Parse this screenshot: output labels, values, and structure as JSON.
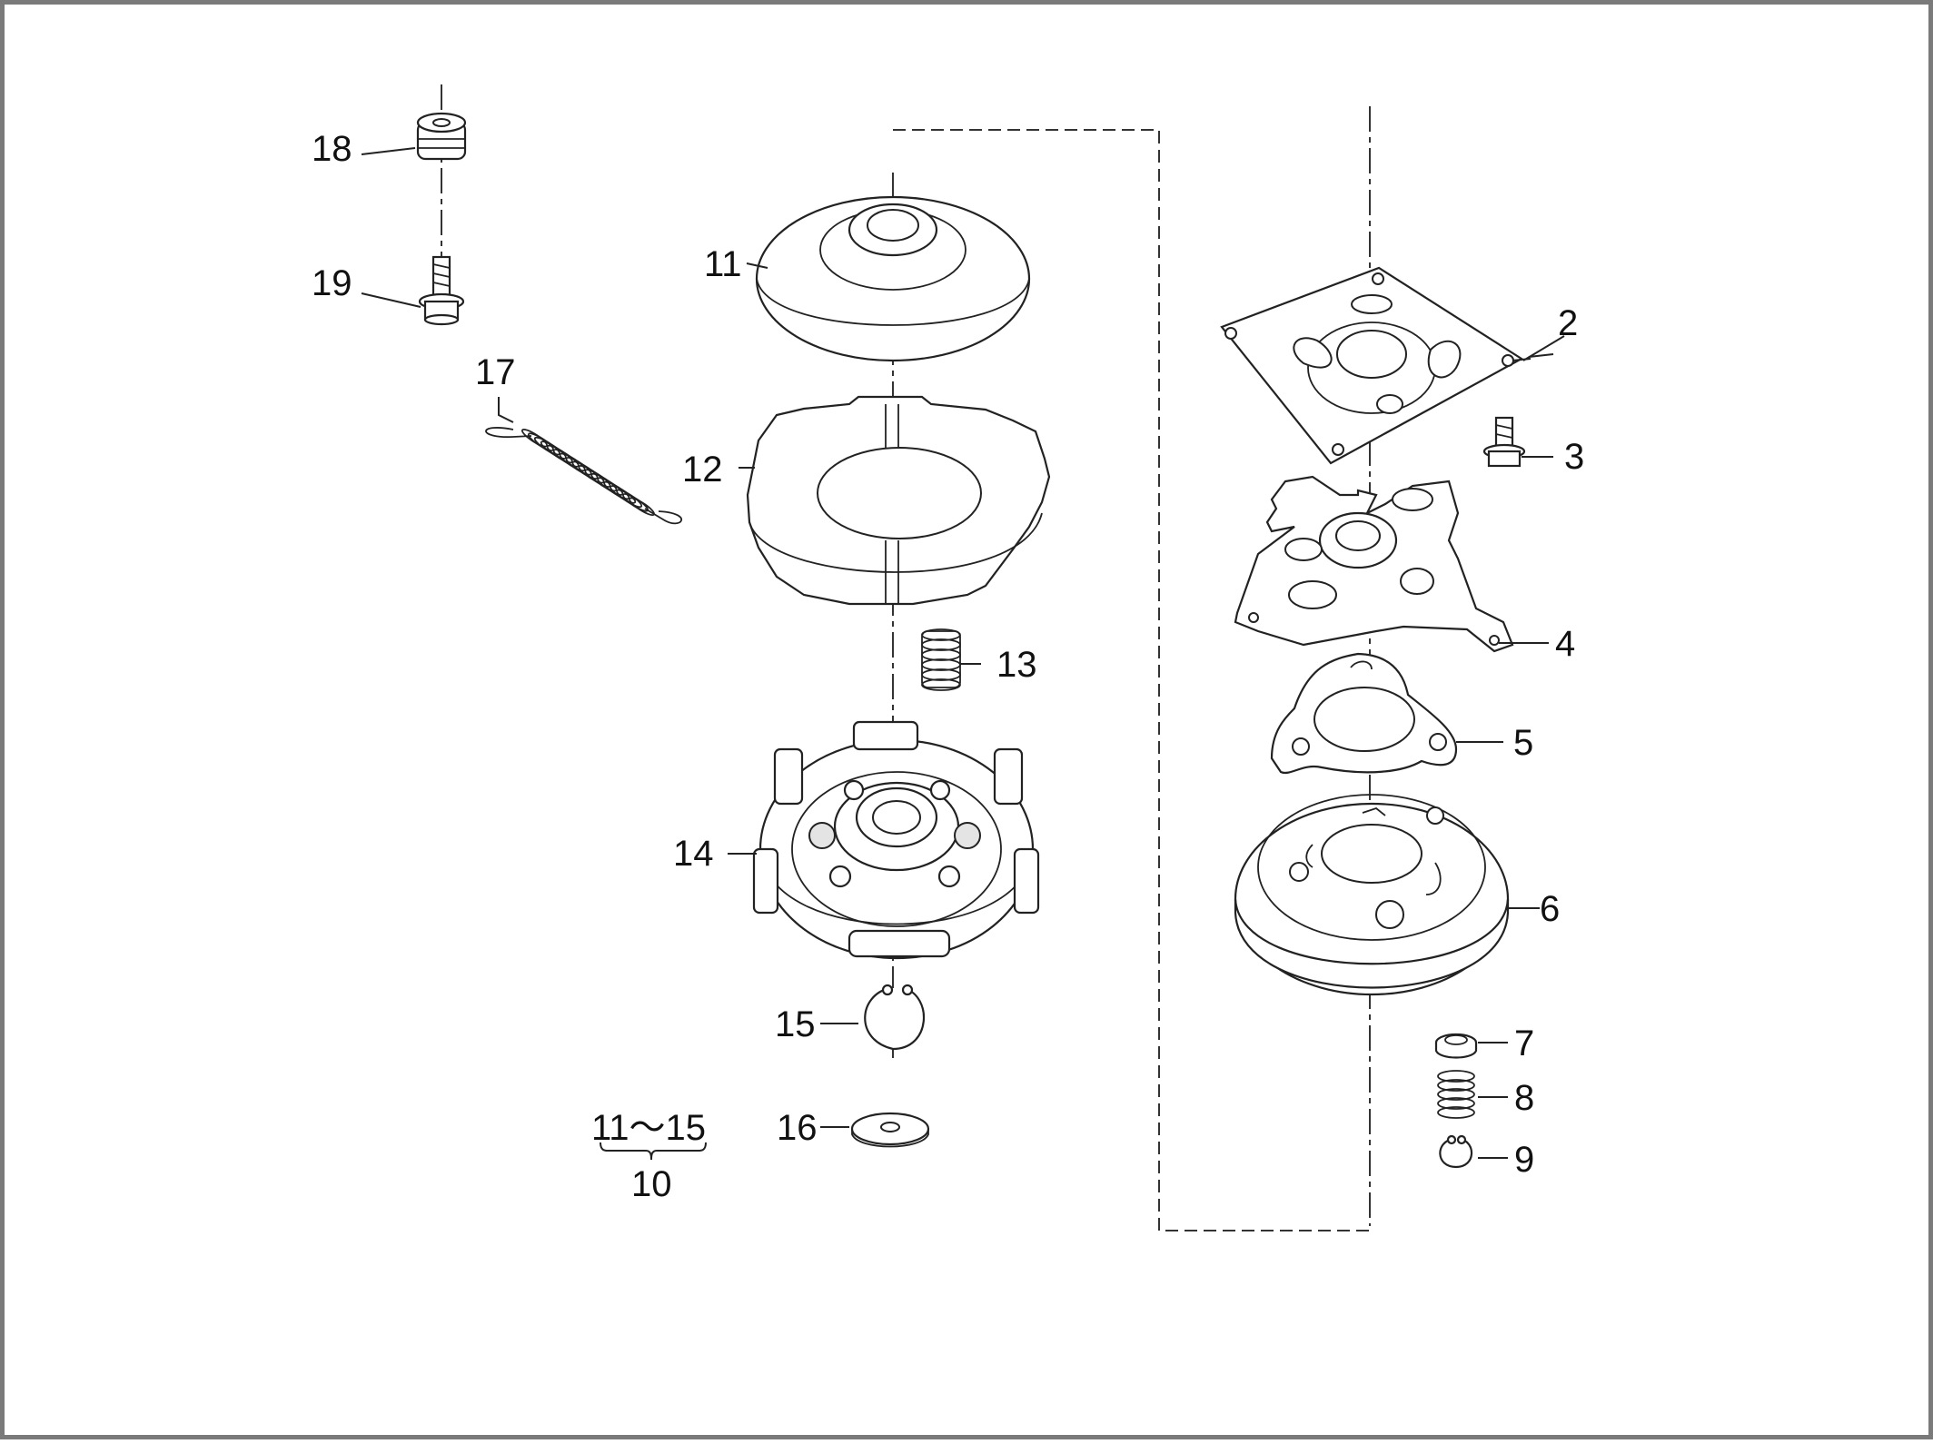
{
  "diagram": {
    "colors": {
      "frame": "#7a7a7a",
      "ink": "#222222",
      "background": "#ffffff"
    },
    "callouts": [
      {
        "id": "2",
        "text": "2"
      },
      {
        "id": "3",
        "text": "3"
      },
      {
        "id": "4",
        "text": "4"
      },
      {
        "id": "5",
        "text": "5"
      },
      {
        "id": "6",
        "text": "6"
      },
      {
        "id": "7",
        "text": "7"
      },
      {
        "id": "8",
        "text": "8"
      },
      {
        "id": "9",
        "text": "9"
      },
      {
        "id": "11",
        "text": "11"
      },
      {
        "id": "12",
        "text": "12"
      },
      {
        "id": "13",
        "text": "13"
      },
      {
        "id": "14",
        "text": "14"
      },
      {
        "id": "15",
        "text": "15"
      },
      {
        "id": "16",
        "text": "16"
      },
      {
        "id": "17",
        "text": "17"
      },
      {
        "id": "18",
        "text": "18"
      },
      {
        "id": "19",
        "text": "19"
      }
    ],
    "assembly": {
      "range": "11～15",
      "number": "10"
    }
  }
}
